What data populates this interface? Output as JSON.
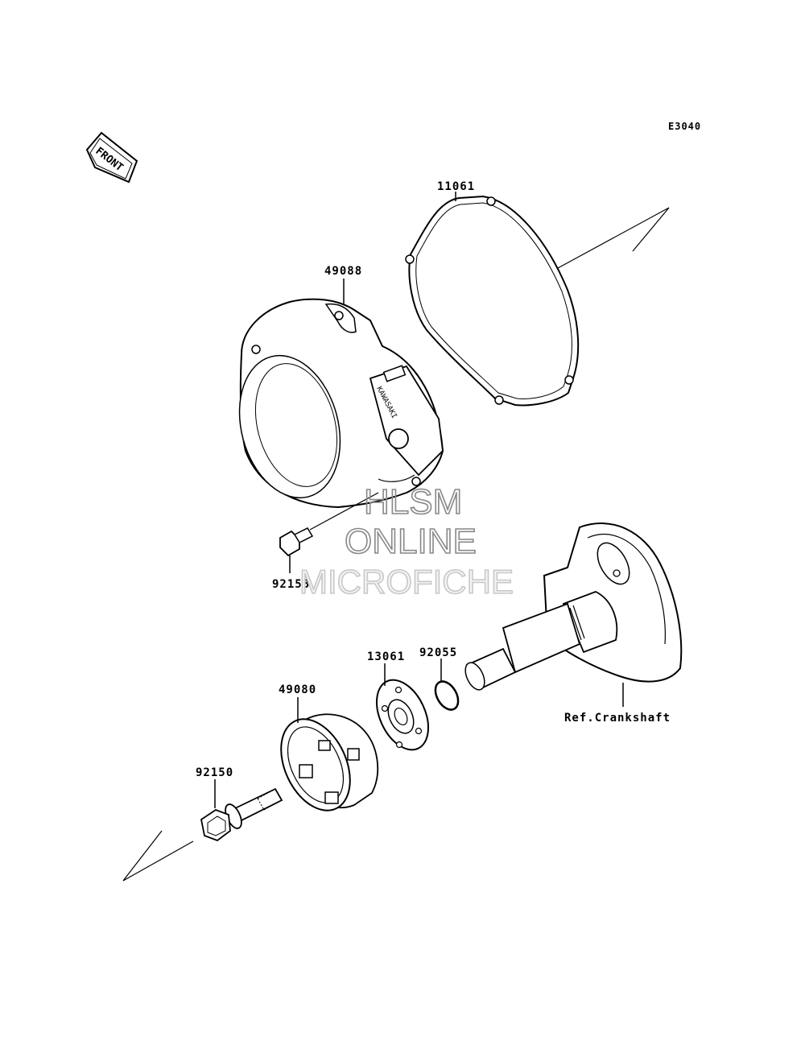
{
  "diagram_code": "E3040",
  "front_arrow": {
    "label": "FRONT"
  },
  "watermark": {
    "line1": "HLSM",
    "line2": "ONLINE",
    "line3": "MICROFICHE"
  },
  "parts": [
    {
      "id": "11061"
    },
    {
      "id": "49088"
    },
    {
      "id": "92153"
    },
    {
      "id": "13061"
    },
    {
      "id": "92055"
    },
    {
      "id": "49080"
    },
    {
      "id": "92150"
    }
  ],
  "reference_label": "Ref.Crankshaft",
  "cover_marking": "KAWASAKI"
}
